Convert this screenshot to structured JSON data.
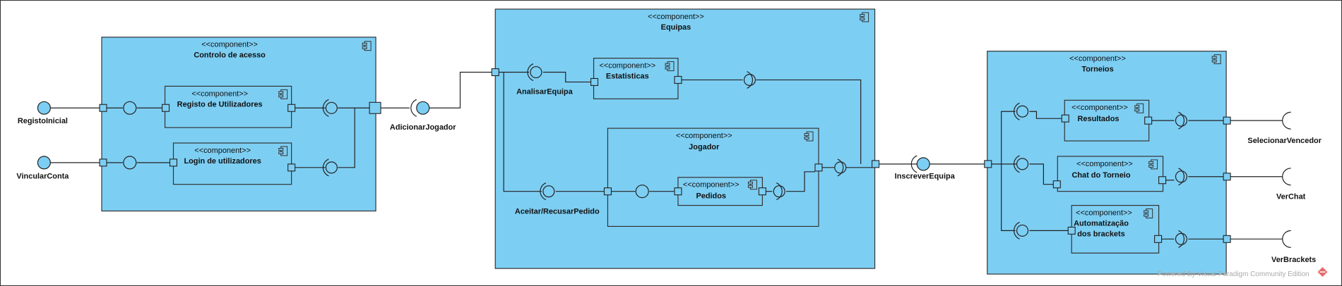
{
  "components": {
    "controlo": {
      "stereotype": "<<component>>",
      "name": "Controlo de acesso"
    },
    "registo": {
      "stereotype": "<<component>>",
      "name": "Registo de Utilizadores"
    },
    "login": {
      "stereotype": "<<component>>",
      "name": "Login de utilizadores"
    },
    "equipas": {
      "stereotype": "<<component>>",
      "name": "Equipas"
    },
    "estatisticas": {
      "stereotype": "<<component>>",
      "name": "Estatisticas"
    },
    "jogador": {
      "stereotype": "<<component>>",
      "name": "Jogador"
    },
    "pedidos": {
      "stereotype": "<<component>>",
      "name": "Pedidos"
    },
    "torneios": {
      "stereotype": "<<component>>",
      "name": "Torneios"
    },
    "resultados": {
      "stereotype": "<<component>>",
      "name": "Resultados"
    },
    "chat": {
      "stereotype": "<<component>>",
      "name": "Chat do Torneio"
    },
    "automatizacao": {
      "stereotype": "<<component>>",
      "name_line1": "Automatização",
      "name_line2": "dos brackets"
    }
  },
  "interfaces": {
    "registo_inicial": "RegistoInicial",
    "vincular_conta": "VincularConta",
    "adicionar_jogador": "AdicionarJogador",
    "analisar_equipa": "AnalisarEquipa",
    "aceitar_recusar": "Aceitar/RecusarPedido",
    "inscrever_equipa": "InscreverEquipa",
    "selecionar_vencedor": "SelecionarVencedor",
    "ver_chat": "VerChat",
    "ver_brackets": "VerBrackets"
  },
  "watermark": "Powered By  Visual Paradigm Community Edition",
  "colors": {
    "component_fill": "#7dcef3",
    "line": "#222222",
    "background": "#ffffff"
  }
}
